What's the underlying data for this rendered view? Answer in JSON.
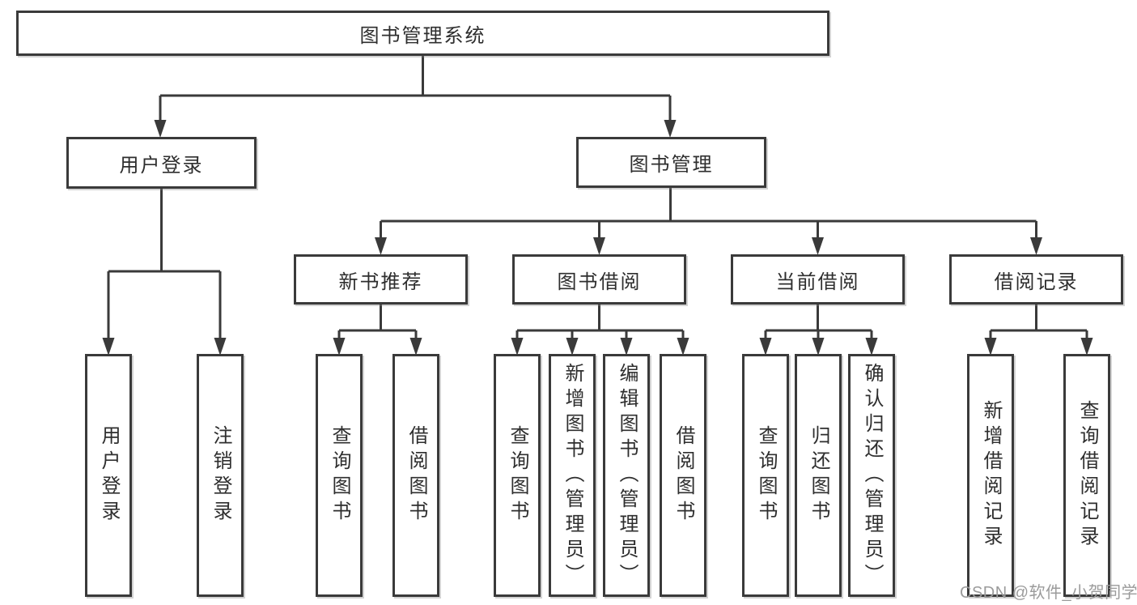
{
  "tree": {
    "root": {
      "label": "图书管理系统"
    },
    "level2": [
      {
        "label": "用户登录",
        "children": [
          {
            "label": "用户登录"
          },
          {
            "label": "注销登录"
          }
        ]
      },
      {
        "label": "图书管理",
        "children": [
          {
            "label": "新书推荐",
            "children": [
              {
                "label": "查询图书"
              },
              {
                "label": "借阅图书"
              }
            ]
          },
          {
            "label": "图书借阅",
            "children": [
              {
                "label": "查询图书"
              },
              {
                "label": "新增图书（管理员）"
              },
              {
                "label": "编辑图书（管理员）"
              },
              {
                "label": "借阅图书"
              }
            ]
          },
          {
            "label": "当前借阅",
            "children": [
              {
                "label": "查询图书"
              },
              {
                "label": "归还图书"
              },
              {
                "label": "确认归还（管理员）"
              }
            ]
          },
          {
            "label": "借阅记录",
            "children": [
              {
                "label": "新增借阅记录"
              },
              {
                "label": "查询借阅记录"
              }
            ]
          }
        ]
      }
    ]
  },
  "watermark": {
    "text": "CSDN @软件_小贺同学"
  },
  "colors": {
    "line": "#3a3a3a",
    "text": "#2e2e2e",
    "background": "#ffffff",
    "watermark": "#9b9b9b"
  }
}
